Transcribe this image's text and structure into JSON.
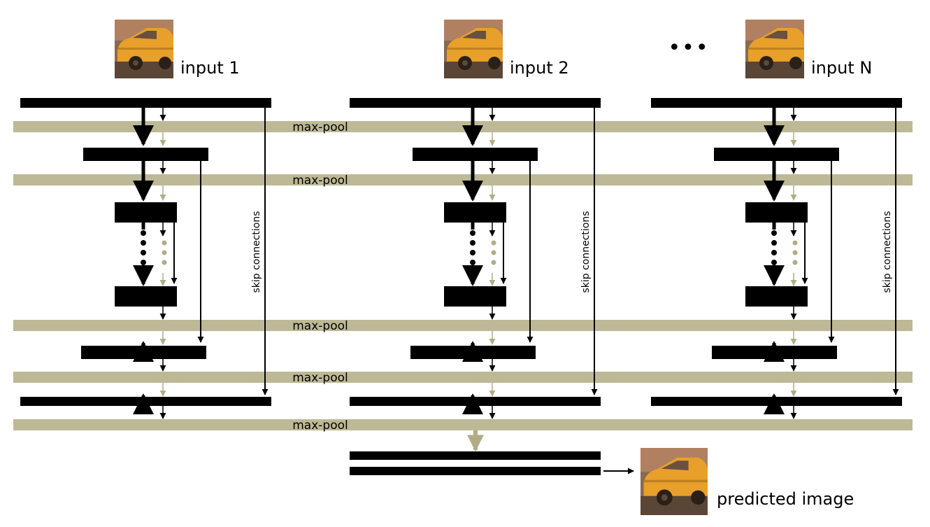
{
  "colors": {
    "pool_band": "#BDB996",
    "pool_arrow": "#B0AD86",
    "layer_bar": "#000000",
    "background": "#FFFFFF",
    "taxi_yellow": "#E8A02A",
    "taxi_dark": "#3A2A1A",
    "street_bg": "#8A6A50"
  },
  "inputs": [
    {
      "label": "input 1"
    },
    {
      "label": "input 2"
    },
    {
      "label": "input N"
    }
  ],
  "ellipsis": "•••",
  "pool_label": "max-pool",
  "skip_label": "skip connections",
  "output_label": "predicted image"
}
